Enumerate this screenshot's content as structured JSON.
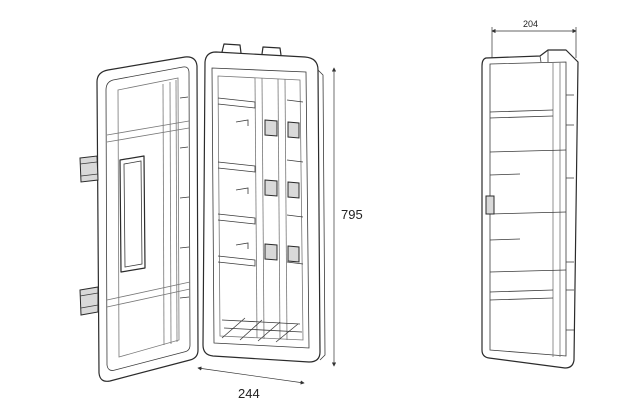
{
  "dimensions": {
    "width_front": "244",
    "height": "795",
    "depth_side": "204"
  }
}
